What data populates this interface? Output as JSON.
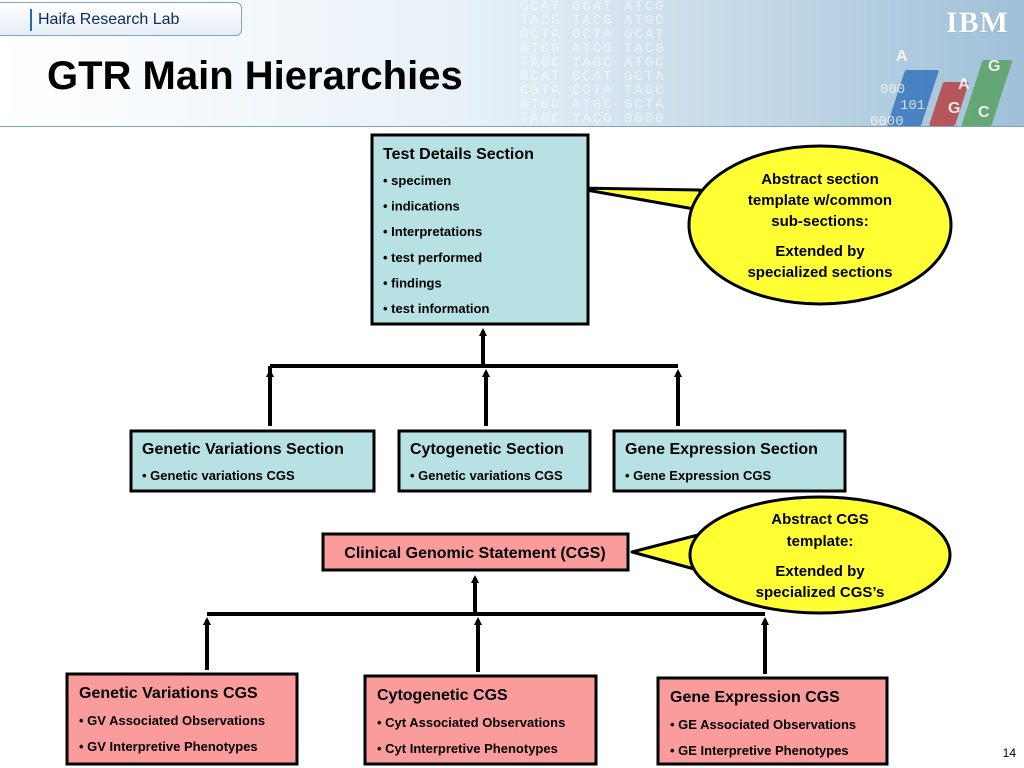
{
  "header": {
    "lab_label": "Haifa Research Lab",
    "title": "GTR Main Hierarchies",
    "logo": "IBM",
    "background_letters": [
      "GCAT GCAT ATCG",
      "TACG TACG ATGC",
      "GCTA GCTA GCAT",
      "ATCG ATCG TACG",
      "TAGC TAGC ATGC",
      "GCAT GCAT GCTA",
      "CGTA CGTA TAGC",
      "ATGC ATGC GCTA",
      "TAGC TACG 0000"
    ],
    "background_digits": [
      "000",
      "101",
      "0000"
    ],
    "background_bases": [
      "A",
      "G",
      "A",
      "G",
      "C"
    ]
  },
  "diagram": {
    "test_details": {
      "title": "Test Details Section",
      "items": [
        "• specimen",
        "• indications",
        "• Interpretations",
        "• test performed",
        "• findings",
        "• test information"
      ]
    },
    "sections": [
      {
        "title": "Genetic Variations Section",
        "items": [
          "• Genetic variations CGS"
        ]
      },
      {
        "title": "Cytogenetic Section",
        "items": [
          "• Genetic variations CGS"
        ]
      },
      {
        "title": "Gene Expression Section",
        "items": [
          "• Gene Expression CGS"
        ]
      }
    ],
    "cgs": {
      "title": "Clinical Genomic Statement (CGS)"
    },
    "cgs_children": [
      {
        "title": "Genetic Variations CGS",
        "items": [
          "• GV Associated Observations",
          "• GV Interpretive Phenotypes"
        ]
      },
      {
        "title": "Cytogenetic CGS",
        "items": [
          "• Cyt Associated Observations",
          "• Cyt Interpretive Phenotypes"
        ]
      },
      {
        "title": "Gene Expression CGS",
        "items": [
          "• GE Associated Observations",
          "• GE Interpretive Phenotypes"
        ]
      }
    ],
    "callouts": [
      {
        "lines": [
          "Abstract section",
          "template w/common",
          "sub-sections:",
          "Extended by",
          "specialized sections"
        ]
      },
      {
        "lines": [
          "Abstract CGS",
          "template:",
          "Extended by",
          "specialized CGS’s"
        ]
      }
    ]
  },
  "footer": {
    "page_number": "14"
  },
  "colors": {
    "section_fill": "#b7e1e3",
    "cgs_fill": "#fb9c9c",
    "callout_fill": "#ffff33",
    "border": "#000000"
  }
}
